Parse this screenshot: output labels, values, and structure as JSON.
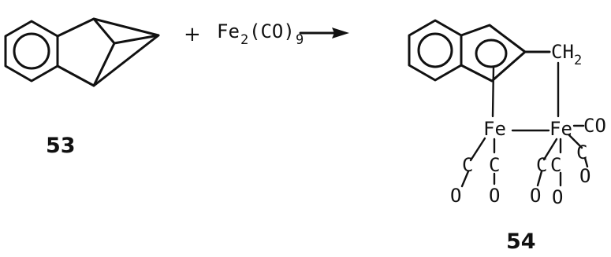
{
  "reaction": {
    "plus_sign": "+",
    "reagent": {
      "prefix": "Fe",
      "sub1": "2",
      "mid": "(CO)",
      "sub2": "9"
    }
  },
  "compounds": {
    "reactant_number": "53",
    "product_number": "54"
  },
  "product_labels": {
    "ch2_main": "CH",
    "ch2_sub": "2",
    "fe": "Fe",
    "c": "C",
    "o": "O",
    "co": "CO"
  }
}
